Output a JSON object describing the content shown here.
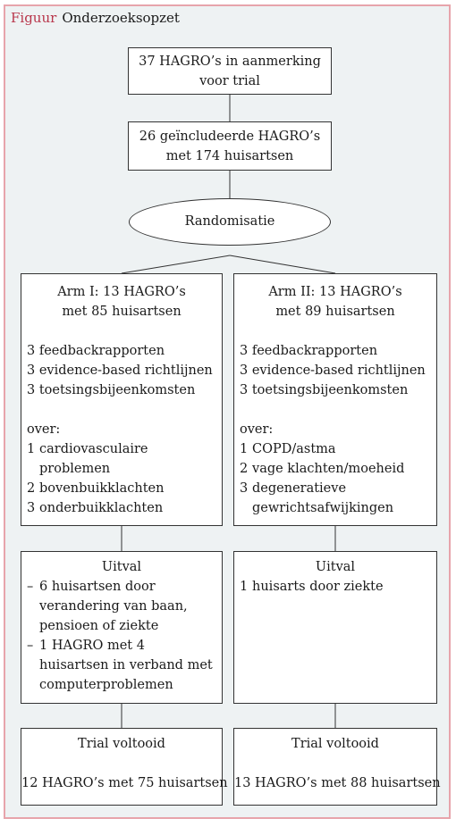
{
  "caption": {
    "label": "Figuur",
    "title": "Onderzoeksopzet"
  },
  "eligible": [
    "37 HAGRO’s in aanmerking",
    "voor trial"
  ],
  "included": [
    "26 geïncludeerde HAGRO’s",
    "met 174 huisartsen"
  ],
  "randomisation": "Randomisatie",
  "arm1": {
    "title": [
      "Arm I: 13 HAGRO’s",
      "met 85 huisartsen"
    ],
    "components": [
      "3 feedbackrapporten",
      "3 evidence-based richtlijnen",
      "3 toetsingsbijeenkomsten"
    ],
    "over_label": "over:",
    "topics": [
      {
        "num": "1",
        "text": "cardiovasculaire problemen"
      },
      {
        "num": "2",
        "text": "bovenbuikklachten"
      },
      {
        "num": "3",
        "text": "onderbuikklachten"
      }
    ],
    "dropout_title": "Uitval",
    "dropout": [
      {
        "marker": "–",
        "text": "6 huisartsen door verandering van baan, pensioen of ziekte"
      },
      {
        "marker": "–",
        "text": "1 HAGRO met 4 huisartsen in verband met computerproblemen"
      }
    ],
    "completed_title": "Trial voltooid",
    "completed": "12 HAGRO’s met 75 huisartsen"
  },
  "arm2": {
    "title": [
      "Arm II: 13 HAGRO’s",
      "met 89 huisartsen"
    ],
    "components": [
      "3 feedbackrapporten",
      "3 evidence-based richtlijnen",
      "3 toetsingsbijeenkomsten"
    ],
    "over_label": "over:",
    "topics": [
      {
        "num": "1",
        "text": "COPD/astma"
      },
      {
        "num": "2",
        "text": "vage klachten/moeheid"
      },
      {
        "num": "3",
        "text": "degeneratieve gewrichtsafwijkingen"
      }
    ],
    "dropout_title": "Uitval",
    "dropout": [
      {
        "marker": "1",
        "text": "huisarts door ziekte"
      }
    ],
    "completed_title": "Trial voltooid",
    "completed": "13 HAGRO’s met 88 huisartsen"
  }
}
